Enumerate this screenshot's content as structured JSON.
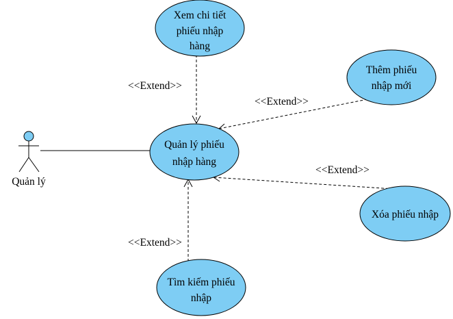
{
  "colors": {
    "usecase_fill": "#7ecdf4",
    "stroke": "#000000",
    "background": "#ffffff"
  },
  "actor": {
    "label": "Quản lý",
    "icon": "stick-figure-actor-icon"
  },
  "usecases": {
    "main": {
      "lines": [
        "Quản lý phiếu",
        "nhập hàng"
      ]
    },
    "view": {
      "lines": [
        "Xem chi tiết",
        "phiếu nhập",
        "hàng"
      ]
    },
    "add": {
      "lines": [
        "Thêm phiếu",
        "nhập mới"
      ]
    },
    "delete": {
      "lines": [
        "Xóa phiếu nhập"
      ]
    },
    "search": {
      "lines": [
        "Tìm kiếm phiếu",
        "nhập"
      ]
    }
  },
  "relations": {
    "view_extend": "<<Extend>>",
    "add_extend": "<<Extend>>",
    "delete_extend": "<<Extend>>",
    "search_extend": "<<Extend>>"
  }
}
